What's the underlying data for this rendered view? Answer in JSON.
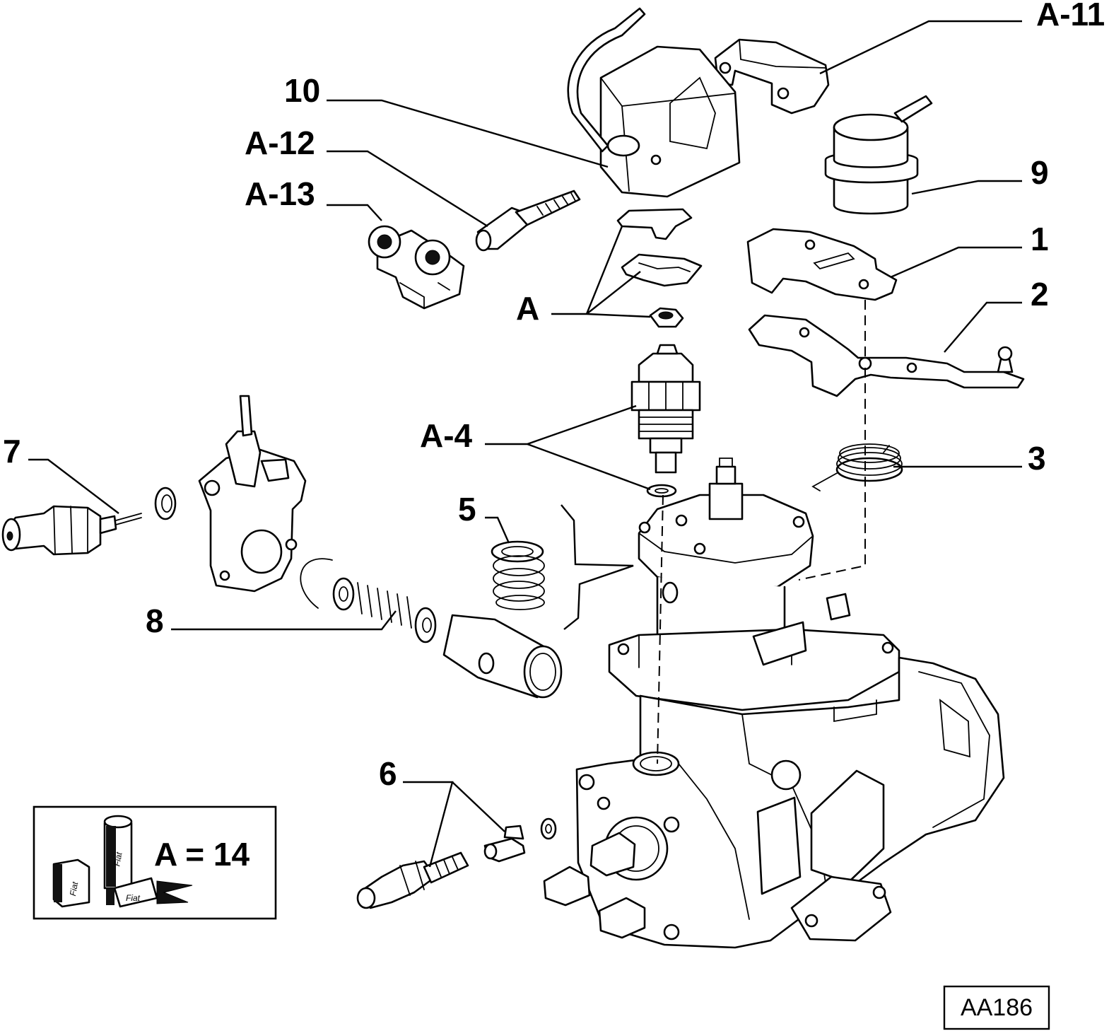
{
  "callouts": {
    "a11": "A-11",
    "ten": "10",
    "a12": "A-12",
    "a13": "A-13",
    "nine": "9",
    "one": "1",
    "two": "2",
    "a": "A",
    "a4": "A-4",
    "three": "3",
    "seven": "7",
    "five": "5",
    "eight": "8",
    "six": "6"
  },
  "legend": {
    "text": "A = 14",
    "brand": "Fiat"
  },
  "reference_code": "AA186"
}
